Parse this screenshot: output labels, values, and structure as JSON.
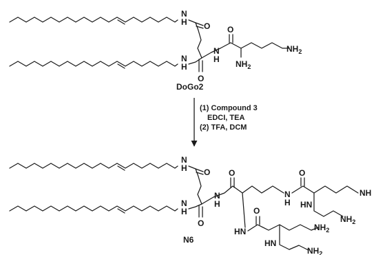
{
  "labels": {
    "n_h": "N",
    "h": "H",
    "o": "O",
    "nh": "NH",
    "nh2": "NH",
    "hn": "HN",
    "sub2": "2"
  },
  "compounds": {
    "dogo2": "DoGo2",
    "n6": "N6"
  },
  "conditions": {
    "step1": "(1) Compound 3",
    "step1_reagents": "EDCI, TEA",
    "step2": "(2) TFA, DCM"
  }
}
